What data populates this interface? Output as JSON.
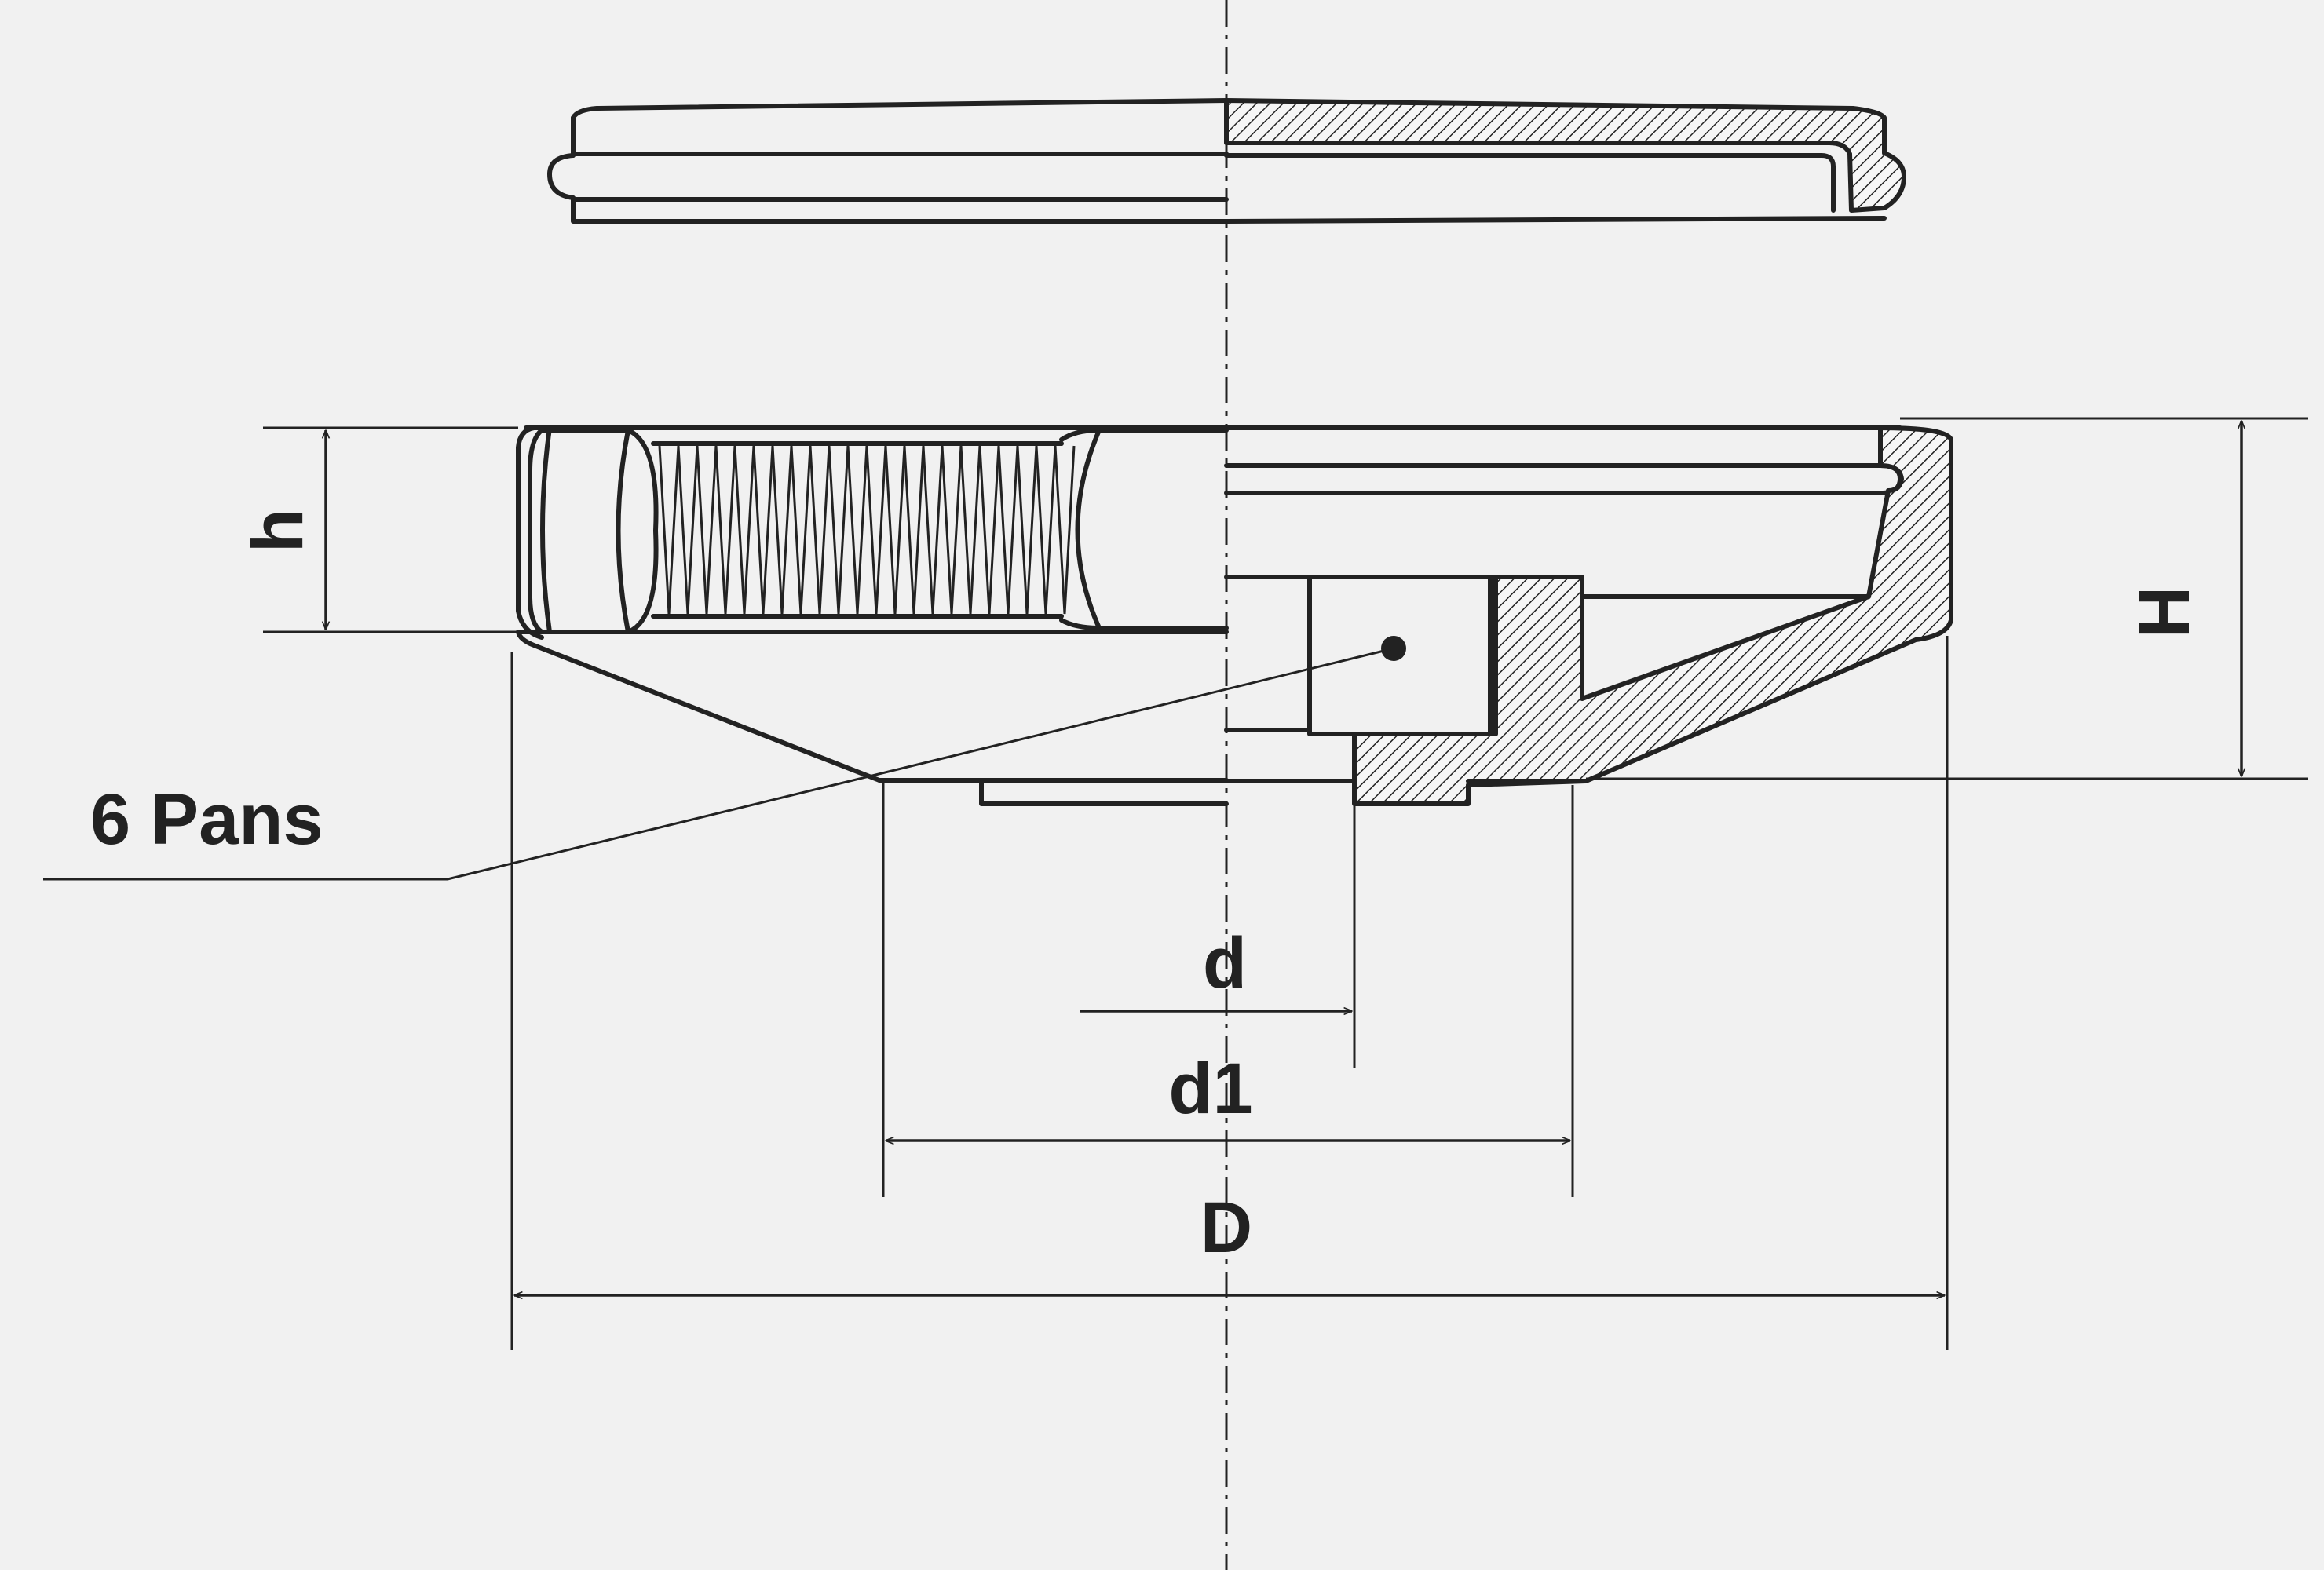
{
  "labels": {
    "h": "h",
    "H": "H",
    "d": "d",
    "d1": "d1",
    "D": "D",
    "pans": "6 Pans"
  }
}
